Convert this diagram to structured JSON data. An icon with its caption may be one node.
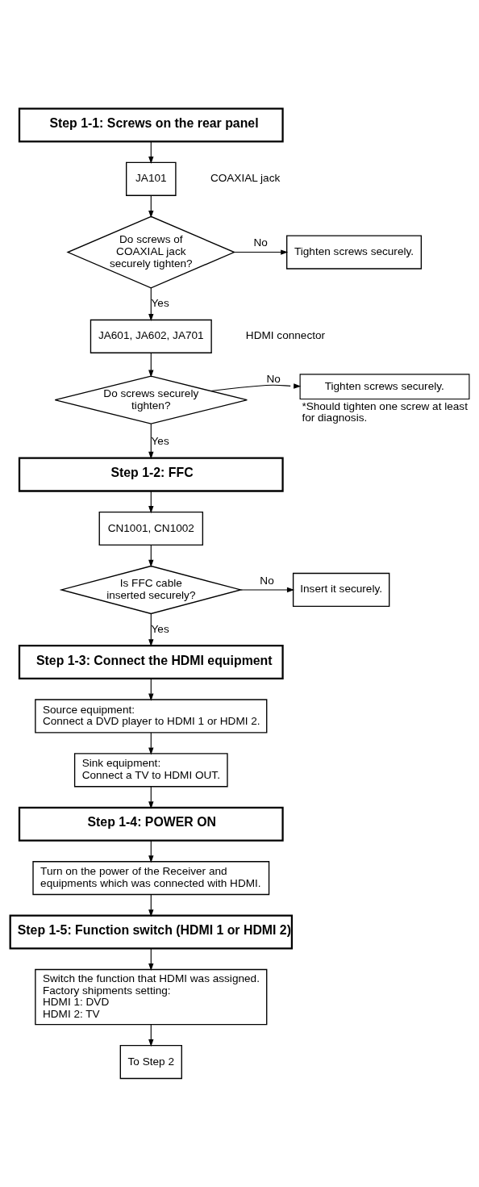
{
  "diagram": {
    "nodes": [
      {
        "text": [
          "Step 1-1: Screws on the rear panel"
        ]
      },
      {
        "text": [
          "JA101"
        ],
        "beside": [
          "COAXIAL jack"
        ]
      },
      {
        "text": [
          "Do screws of COAXIAL jack securely tighten?"
        ]
      },
      {
        "text": [
          "Tighten screws securely."
        ]
      },
      {
        "text": [
          "JA601, JA602, JA701"
        ],
        "beside": [
          "HDMI connector"
        ]
      },
      {
        "text": [
          "Do screws securely tighten?"
        ]
      },
      {
        "text": [
          "Tighten screws securely."
        ],
        "beside": [
          "*Should tighten one screw at least for diagnosis."
        ]
      },
      {
        "text": [
          "Step 1-2: FFC"
        ]
      },
      {
        "text": [
          "CN1001, CN1002"
        ]
      },
      {
        "text": [
          "Is FFC cable inserted securely?"
        ]
      },
      {
        "text": [
          "Insert it securely."
        ]
      },
      {
        "text": [
          "Step 1-3: Connect the HDMI equipment"
        ]
      },
      {
        "text": [
          "Source equipment:",
          "Connect a DVD player to HDMI 1 or HDMI 2."
        ]
      },
      {
        "text": [
          "Sink equipment:",
          "Connect a TV to HDMI OUT."
        ]
      },
      {
        "text": [
          "Step 1-4: POWER ON"
        ]
      },
      {
        "text": [
          "Turn on the power of the Receiver and equipments which was connected with HDMI."
        ]
      },
      {
        "text": [
          "Step 1-5: Function switch (HDMI 1 or HDMI 2)"
        ]
      },
      {
        "text": [
          "Switch the function that HDMI was assigned.",
          "Factory shipments setting:",
          "HDMI 1: DVD",
          "HDMI 2: TV"
        ]
      },
      {
        "text": [
          "To Step 2"
        ]
      }
    ],
    "edges": [
      {
        "from": 0,
        "to": 1,
        "arrow": "to"
      },
      {
        "from": 1,
        "to": 2,
        "arrow": "to"
      },
      {
        "from": 2,
        "to": 3,
        "arrow": "to",
        "label": "No"
      },
      {
        "from": 2,
        "to": 4,
        "arrow": "to",
        "label": "Yes"
      },
      {
        "from": 4,
        "to": 5,
        "arrow": "to"
      },
      {
        "from": 5,
        "to": 6,
        "arrow": "to",
        "label": "No"
      },
      {
        "from": 5,
        "to": 7,
        "arrow": "to",
        "label": "Yes"
      },
      {
        "from": 7,
        "to": 8,
        "arrow": "to"
      },
      {
        "from": 8,
        "to": 9,
        "arrow": "to"
      },
      {
        "from": 9,
        "to": 10,
        "arrow": "to",
        "label": "No"
      },
      {
        "from": 9,
        "to": 11,
        "arrow": "to",
        "label": "Yes"
      },
      {
        "from": 11,
        "to": 12,
        "arrow": "to"
      },
      {
        "from": 12,
        "to": 13,
        "arrow": "to"
      },
      {
        "from": 13,
        "to": 14,
        "arrow": "to"
      },
      {
        "from": 14,
        "to": 15,
        "arrow": "to"
      },
      {
        "from": 15,
        "to": 16,
        "arrow": "to"
      },
      {
        "from": 16,
        "to": 17,
        "arrow": "to"
      },
      {
        "from": 17,
        "to": 18,
        "arrow": "to"
      }
    ]
  }
}
